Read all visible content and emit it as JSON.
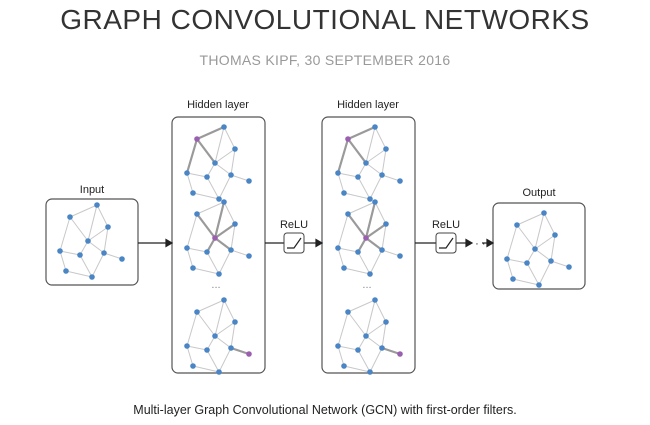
{
  "header": {
    "title": "GRAPH CONVOLUTIONAL NETWORKS",
    "byline": "THOMAS KIPF, 30 SEPTEMBER 2016"
  },
  "diagram": {
    "input_label": "Input",
    "hidden_label_1": "Hidden layer",
    "hidden_label_2": "Hidden layer",
    "relu_label_1": "ReLU",
    "relu_label_2": "ReLU",
    "output_label": "Output",
    "ellipsis_1": "...",
    "ellipsis_2": "...",
    "trailing_dots": "· · ·",
    "colors": {
      "node": "#4a86c5",
      "highlight_node": "#9b5fb0",
      "edge": "#c8c8c8",
      "highlight_edge": "#9a9a9a",
      "box_stroke": "#555555",
      "arrow": "#222222"
    }
  },
  "caption": "Multi-layer Graph Convolutional Network (GCN) with first-order filters."
}
